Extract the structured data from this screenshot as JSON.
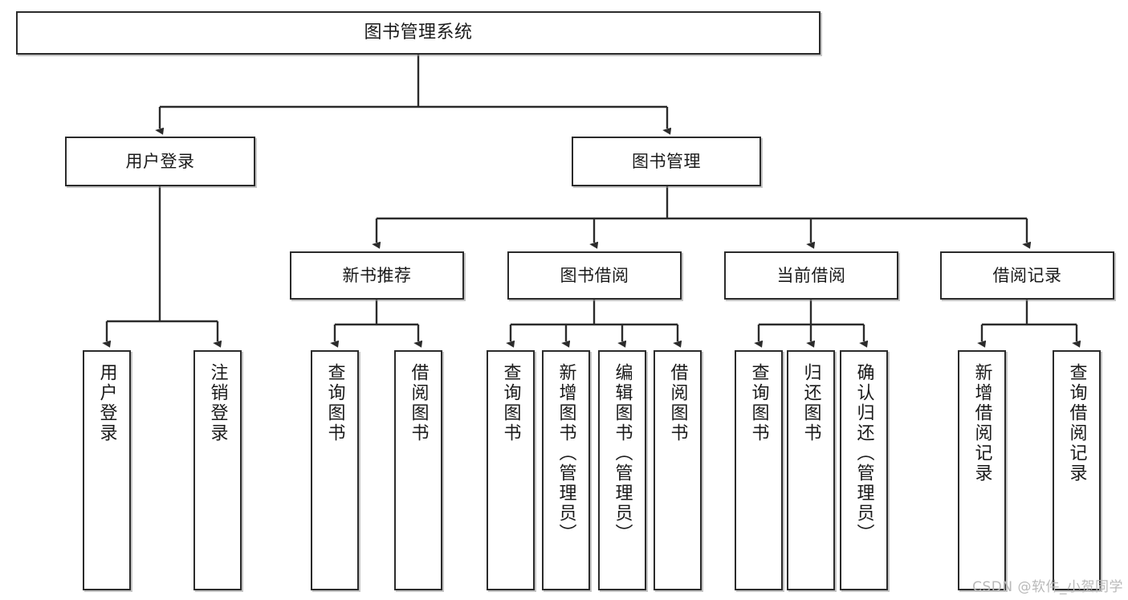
{
  "diagram": {
    "title": "图书管理系统",
    "type": "tree-hierarchy",
    "background_color": "#ffffff",
    "line_color": "#2b2b2b",
    "box_border_color": "#2b2b2b",
    "box_fill_color": "#ffffff",
    "text_color": "#1a1a1a"
  },
  "nodes": {
    "root": {
      "label": "图书管理系统",
      "level": 1
    },
    "level2": [
      {
        "id": "user-login",
        "label": "用户登录"
      },
      {
        "id": "book-manage",
        "label": "图书管理"
      }
    ],
    "level3": [
      {
        "id": "new-book-recommend",
        "label": "新书推荐"
      },
      {
        "id": "book-borrow",
        "label": "图书借阅"
      },
      {
        "id": "current-borrow",
        "label": "当前借阅"
      },
      {
        "id": "borrow-record",
        "label": "借阅记录"
      }
    ],
    "leaves": {
      "user-login": [
        {
          "id": "leaf-user-login",
          "label": "用户登录"
        },
        {
          "id": "leaf-logout-login",
          "label": "注销登录"
        }
      ],
      "new-book-recommend": [
        {
          "id": "leaf-query-book-1",
          "label": "查询图书"
        },
        {
          "id": "leaf-borrow-book-1",
          "label": "借阅图书"
        }
      ],
      "book-borrow": [
        {
          "id": "leaf-query-book-2",
          "label": "查询图书"
        },
        {
          "id": "leaf-add-book",
          "label": "新增图书（管理员）"
        },
        {
          "id": "leaf-edit-book",
          "label": "编辑图书（管理员）"
        },
        {
          "id": "leaf-borrow-book-2",
          "label": "借阅图书"
        }
      ],
      "current-borrow": [
        {
          "id": "leaf-query-book-3",
          "label": "查询图书"
        },
        {
          "id": "leaf-return-book",
          "label": "归还图书"
        },
        {
          "id": "leaf-confirm-return",
          "label": "确认归还（管理员）"
        }
      ],
      "borrow-record": [
        {
          "id": "leaf-add-record",
          "label": "新增借阅记录"
        },
        {
          "id": "leaf-query-record",
          "label": "查询借阅记录"
        }
      ]
    }
  },
  "watermark": {
    "text": "CSDN @软件_小贺同学"
  }
}
